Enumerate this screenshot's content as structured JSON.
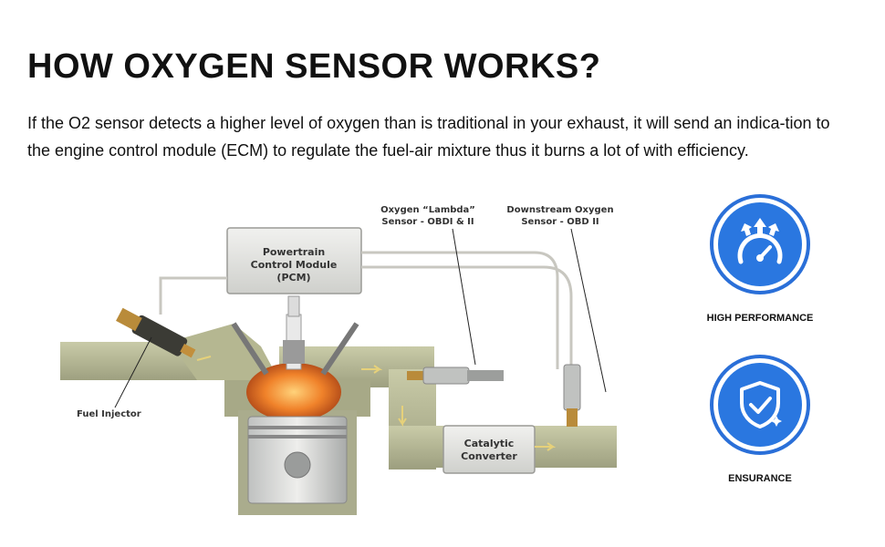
{
  "header": {
    "title": "HOW OXYGEN SENSOR WORKS?",
    "description": "If the O2 sensor detects a higher level of oxygen than is traditional in your exhaust, it will send an indica-tion to the engine control module (ECM) to regulate the fuel-air mixture thus it burns a lot of with efficiency."
  },
  "diagram": {
    "pcm_line1": "Powertrain",
    "pcm_line2": "Control Module",
    "pcm_line3": "(PCM)",
    "upstream_line1": "Oxygen “Lambda”",
    "upstream_line2": "Sensor - OBDI & II",
    "downstream_line1": "Downstream Oxygen",
    "downstream_line2": "Sensor - OBD II",
    "fuel_injector": "Fuel Injector",
    "cat_line1": "Catalytic",
    "cat_line2": "Converter"
  },
  "features": [
    {
      "label": "HIGH PERFORMANCE",
      "icon": "speedometer-arrows-icon"
    },
    {
      "label": "ENSURANCE",
      "icon": "shield-check-icon"
    }
  ],
  "colors": {
    "accent": "#2a77e0",
    "text": "#111111"
  }
}
